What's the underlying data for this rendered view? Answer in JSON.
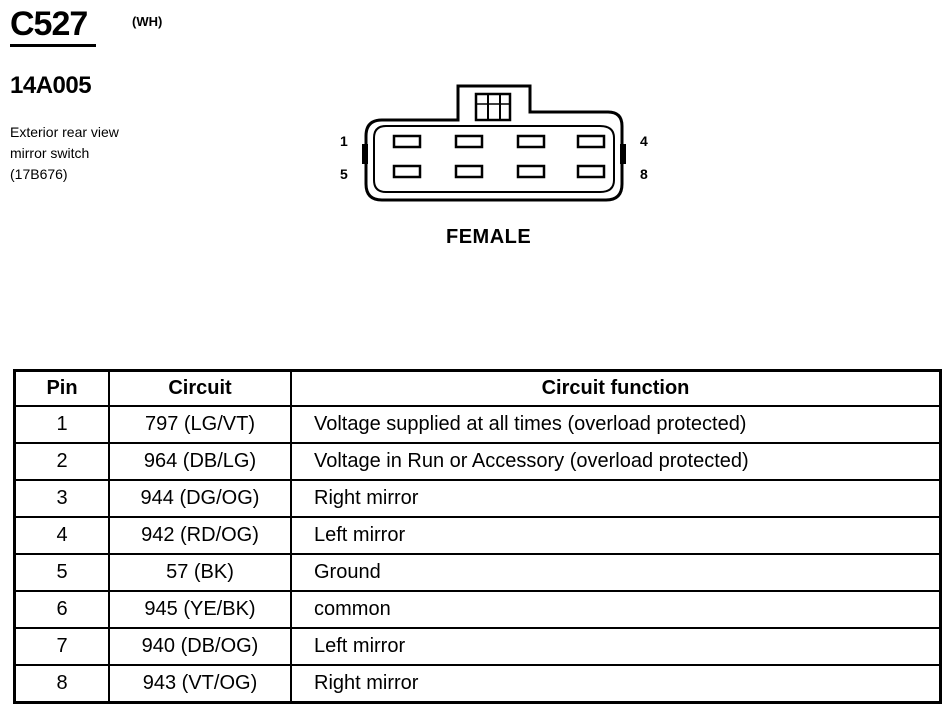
{
  "header": {
    "connector_id": "C527",
    "connector_color": "(WH)",
    "part_number": "14A005",
    "description_lines": [
      "Exterior rear view",
      "mirror switch",
      "(17B676)"
    ]
  },
  "diagram": {
    "pin_labels": {
      "top_left": "1",
      "top_right": "4",
      "bottom_left": "5",
      "bottom_right": "8"
    },
    "gender": "FEMALE",
    "cavities_per_row": 4,
    "rows": 2
  },
  "table": {
    "headers": {
      "pin": "Pin",
      "circuit": "Circuit",
      "function": "Circuit function"
    },
    "rows": [
      {
        "pin": "1",
        "circuit": "797 (LG/VT)",
        "function": "Voltage supplied at all times (overload protected)"
      },
      {
        "pin": "2",
        "circuit": "964 (DB/LG)",
        "function": "Voltage in Run or Accessory (overload protected)"
      },
      {
        "pin": "3",
        "circuit": "944 (DG/OG)",
        "function": "Right mirror"
      },
      {
        "pin": "4",
        "circuit": "942 (RD/OG)",
        "function": "Left mirror"
      },
      {
        "pin": "5",
        "circuit": "57 (BK)",
        "function": "Ground"
      },
      {
        "pin": "6",
        "circuit": "945 (YE/BK)",
        "function": "common"
      },
      {
        "pin": "7",
        "circuit": "940 (DB/OG)",
        "function": "Left mirror"
      },
      {
        "pin": "8",
        "circuit": "943 (VT/OG)",
        "function": "Right mirror"
      }
    ]
  }
}
